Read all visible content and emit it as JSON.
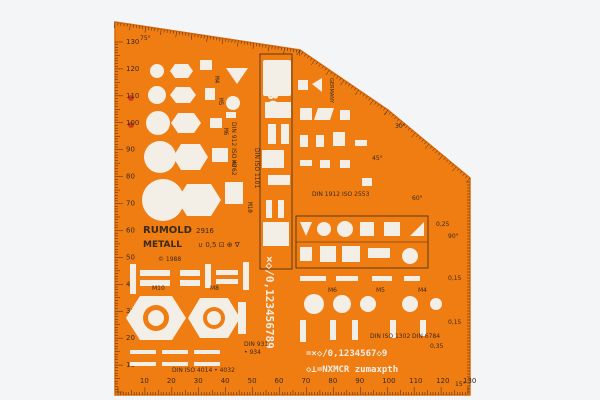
{
  "colors": {
    "background": "#f4f5f6",
    "plastic": "#f07d12",
    "plastic_edge": "#d9690a",
    "cutout": "#f4efe6",
    "ink": "#3a2a1a",
    "red_mark": "#d23a1c"
  },
  "stencil": {
    "brand": "RUMOLD",
    "model": "2916",
    "material": "METALL",
    "symbols_line": "∪ 0,5 ⊡ ⊕ ∇",
    "copyright": "© 1988",
    "country": "GERMANY",
    "standards": {
      "iso_1101": "DIN ISO 1101",
      "iso_4762": "DIN 912 ISO 4762",
      "iso_2553": "DIN 1912 ISO 2553",
      "iso_4014": "DIN ISO 4014 • 4032",
      "iso_1302": "DIN ISO 1302",
      "din_931": "DIN 931",
      "din_934": "• 934",
      "din_6784": "DIN 6784"
    },
    "thread_labels": [
      "M4",
      "M5",
      "M6",
      "M8",
      "M10",
      "M10",
      "M8",
      "M6",
      "M5",
      "M4"
    ],
    "text_rows": {
      "digits_large": "×◇/0,123456789",
      "digits_small": "=×◇/0,1234567◇9",
      "letters_row": "◇⊥=NXMCR zumaxpth",
      "abc": "ABC"
    },
    "scale_bottom": [
      "10",
      "20",
      "30",
      "40",
      "50",
      "60",
      "70",
      "80",
      "90",
      "100",
      "110",
      "120",
      "130"
    ],
    "scale_left": [
      "10",
      "20",
      "30",
      "40",
      "50",
      "60",
      "70",
      "80",
      "90",
      "100",
      "110",
      "120",
      "130"
    ],
    "scale_angle": [
      "75°",
      "15°",
      "45°",
      "30°",
      "60°",
      "90°"
    ],
    "tolerance_marks": [
      "0,35",
      "0,15",
      "0,25",
      "0,15"
    ]
  }
}
